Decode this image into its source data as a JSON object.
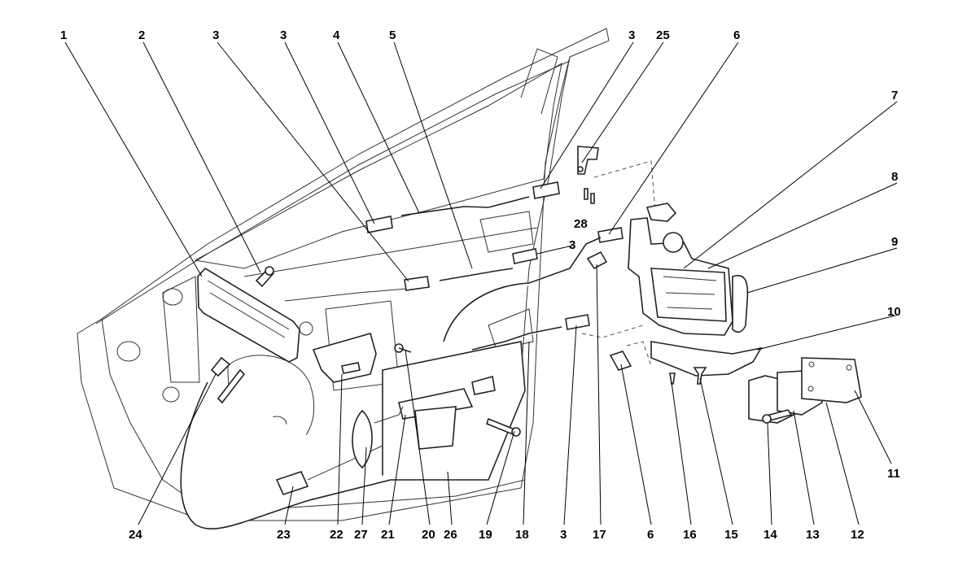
{
  "diagram": {
    "callouts": [
      {
        "id": "c1",
        "label": "1"
      },
      {
        "id": "c2",
        "label": "2"
      },
      {
        "id": "c3a",
        "label": "3"
      },
      {
        "id": "c3b",
        "label": "3"
      },
      {
        "id": "c4",
        "label": "4"
      },
      {
        "id": "c5",
        "label": "5"
      },
      {
        "id": "c3c",
        "label": "3"
      },
      {
        "id": "c25",
        "label": "25"
      },
      {
        "id": "c6a",
        "label": "6"
      },
      {
        "id": "c7",
        "label": "7"
      },
      {
        "id": "c8",
        "label": "8"
      },
      {
        "id": "c9",
        "label": "9"
      },
      {
        "id": "c28",
        "label": "28"
      },
      {
        "id": "c3d",
        "label": "3"
      },
      {
        "id": "c10",
        "label": "10"
      },
      {
        "id": "c11",
        "label": "11"
      },
      {
        "id": "c24",
        "label": "24"
      },
      {
        "id": "c23",
        "label": "23"
      },
      {
        "id": "c22",
        "label": "22"
      },
      {
        "id": "c27",
        "label": "27"
      },
      {
        "id": "c21",
        "label": "21"
      },
      {
        "id": "c20",
        "label": "20"
      },
      {
        "id": "c26",
        "label": "26"
      },
      {
        "id": "c19",
        "label": "19"
      },
      {
        "id": "c18",
        "label": "18"
      },
      {
        "id": "c3e",
        "label": "3"
      },
      {
        "id": "c17",
        "label": "17"
      },
      {
        "id": "c6b",
        "label": "6"
      },
      {
        "id": "c16",
        "label": "16"
      },
      {
        "id": "c15",
        "label": "15"
      },
      {
        "id": "c14",
        "label": "14"
      },
      {
        "id": "c13",
        "label": "13"
      },
      {
        "id": "c12",
        "label": "12"
      }
    ]
  }
}
